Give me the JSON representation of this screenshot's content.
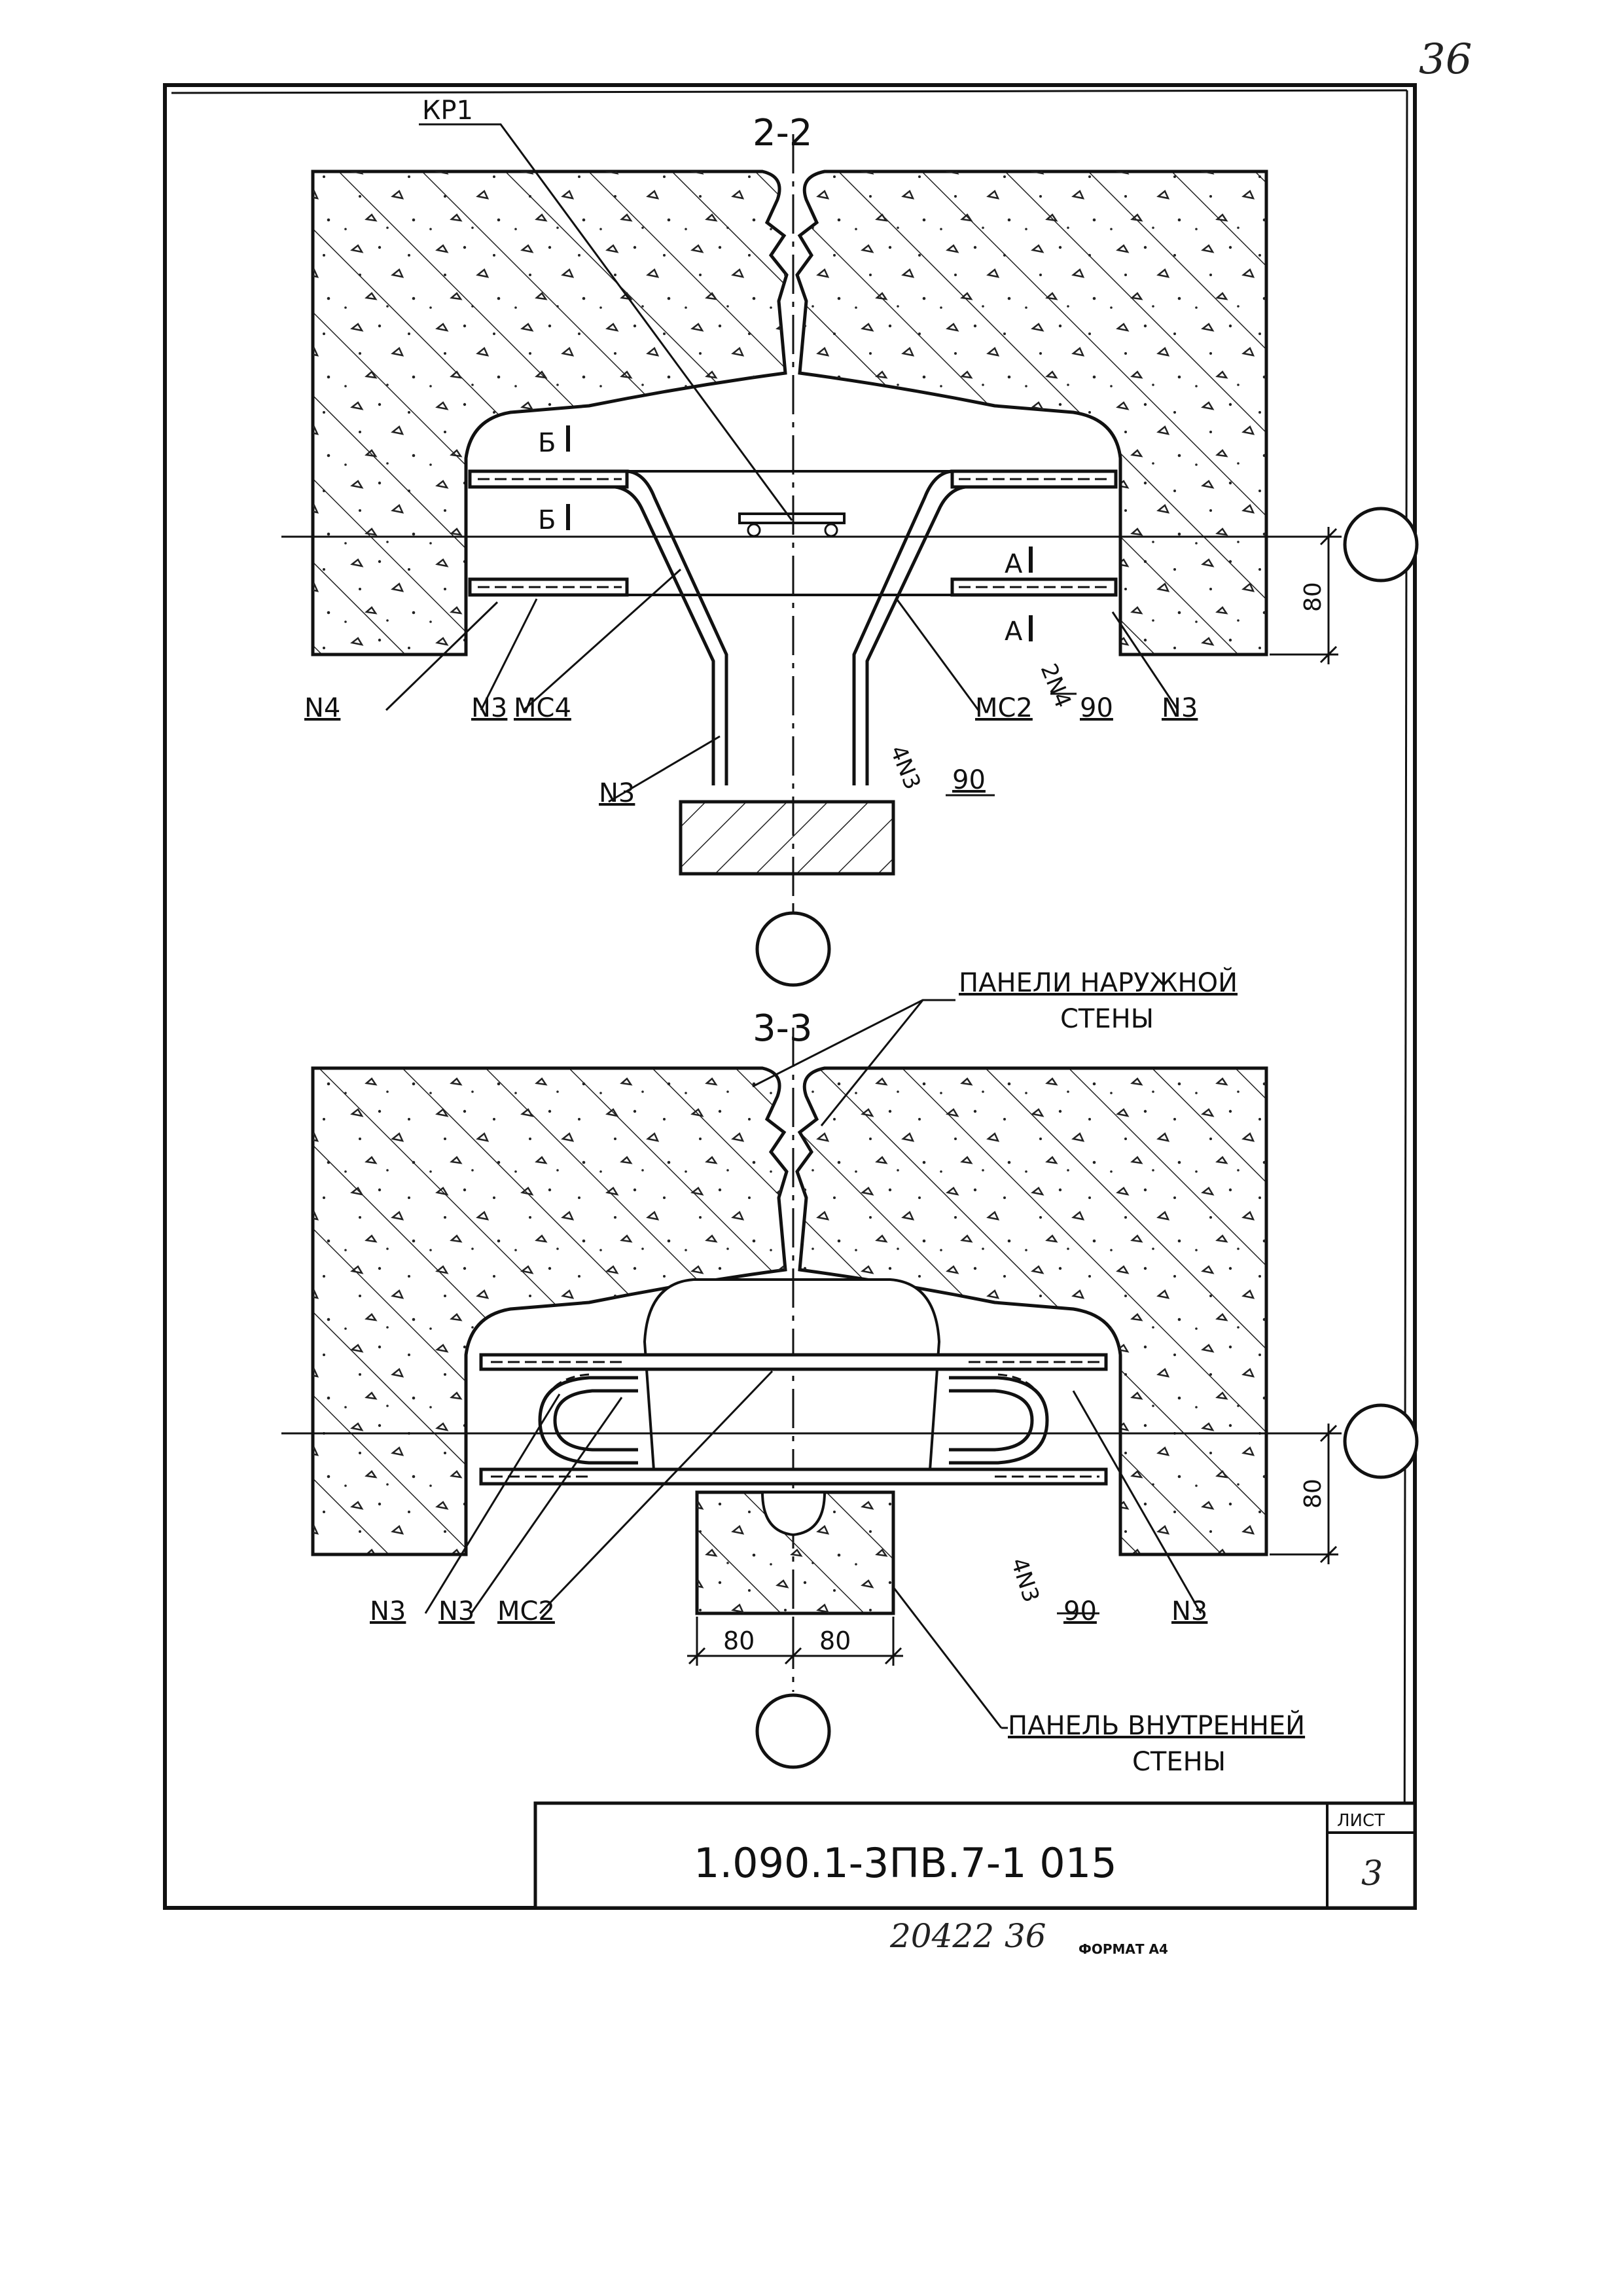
{
  "page_number": "36",
  "sections": [
    {
      "title": "2-2",
      "labels": {
        "kr1": "КР1",
        "b_top": "Б",
        "b_bottom": "Б",
        "a_top": "А",
        "a_bottom": "А",
        "n4": "N4",
        "n3_left": "N3",
        "mc4": "MC4",
        "mc2": "MC2",
        "weld_2n4": "2N4",
        "weld_90_a": "90",
        "n3_right": "N3",
        "n3_stem": "N3",
        "weld_4n3": "4N3",
        "weld_90_b": "90",
        "dim_80": "80"
      }
    },
    {
      "title": "3-3",
      "labels": {
        "outer_panels_l1": "ПАНЕЛИ НАРУЖНОЙ",
        "outer_panels_l2": "СТЕНЫ",
        "n3_a": "N3",
        "n3_b": "N3",
        "mc2": "MC2",
        "weld_4n3": "4N3",
        "weld_90": "90",
        "n3_right": "N3",
        "dim_80_right": "80",
        "dim_80_left": "80",
        "dim_80_mid": "80",
        "inner_panel_l1": "ПАНЕЛЬ ВНУТРЕННЕЙ",
        "inner_panel_l2": "СТЕНЫ"
      }
    }
  ],
  "title_block": {
    "code": "1.090.1-3ПВ.7-1  015",
    "sheet_label": "ЛИСТ",
    "sheet_number": "3"
  },
  "footer": {
    "inventory": "20422  36",
    "format": "ФОРМАТ А4"
  }
}
